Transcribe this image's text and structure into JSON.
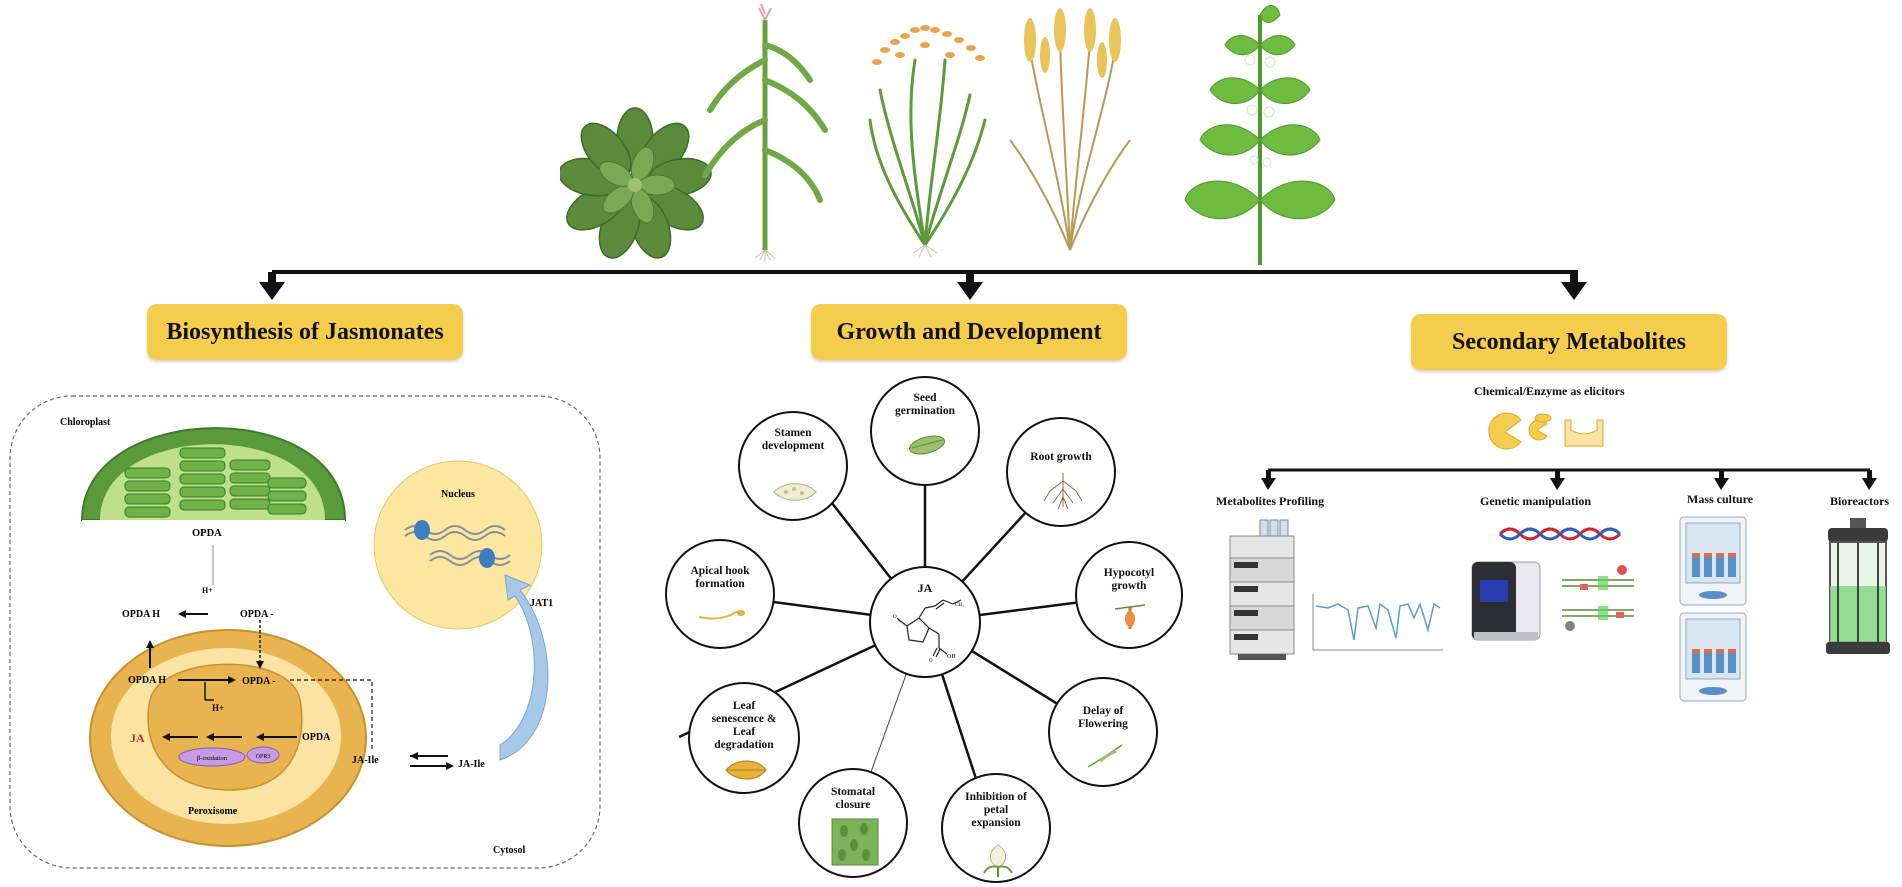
{
  "headers": {
    "biosynthesis": "Biosynthesis of Jasmonates",
    "growth": "Growth and Development",
    "secondary": "Secondary Metabolites"
  },
  "biosynthesis": {
    "chloroplast": "Chloroplast",
    "opda_chloro": "OPDA",
    "h_plus_top": "H+",
    "opda_h_out": "OPDA H",
    "opda_minus_out": "OPDA -",
    "opda_h_in": "OPDA H",
    "opda_minus_in": "OPDA -",
    "h_plus_in": "H+",
    "opda_inner": "OPDA",
    "ja": "JA",
    "beta_oxidation": "β-oxidation",
    "opr3": "OPR3",
    "peroxisome": "Peroxisome",
    "nucleus": "Nucleus",
    "jat1": "JAT1",
    "ja_ile_left": "JA-Ile",
    "ja_ile_right": "JA-Ile",
    "cytosol": "Cytosol"
  },
  "growth": {
    "center": "JA",
    "nodes": [
      "Seed\ngermination",
      "Root growth",
      "Hypocotyl\ngrowth",
      "Delay of\nFlowering",
      "Inhibition of\npetal\nexpansion",
      "Stomatal\nclosure",
      "Leaf\nsenescence &\nLeaf\ndegradation",
      "Apical hook\nformation",
      "Stamen\ndevelopment"
    ]
  },
  "secondary": {
    "elicitors": "Chemical/Enzyme as elicitors",
    "methods": [
      "Metabolites Profiling",
      "Genetic manipulation",
      "Mass culture",
      "Bioreactors"
    ]
  },
  "colors": {
    "header_fill": "#f5cd4d",
    "peroxisome_outer": "#e8b44f",
    "peroxisome_inner": "#fbe3a4",
    "nucleus_fill": "#fbe7a0",
    "chloroplast_green": "#4f8f3a",
    "ja_red": "#d3222a"
  }
}
